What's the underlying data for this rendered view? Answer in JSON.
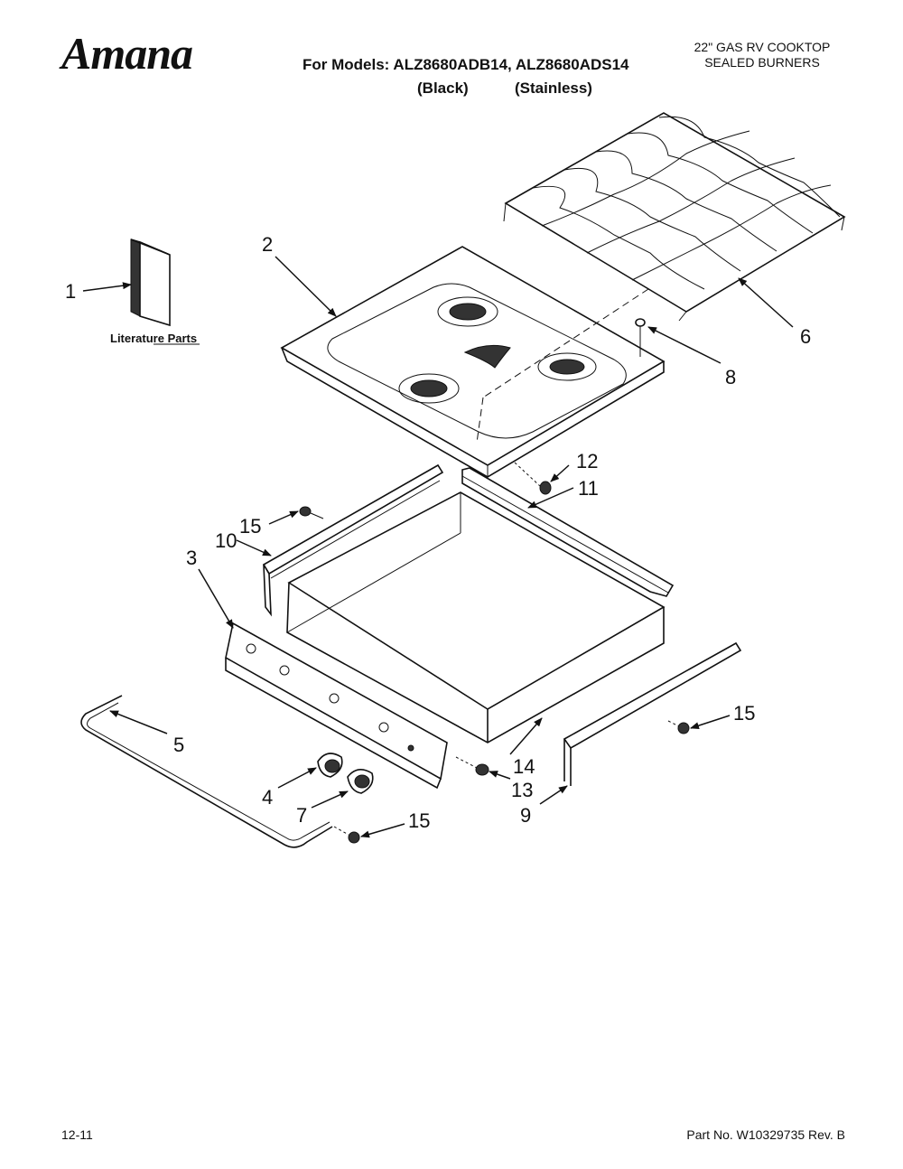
{
  "header": {
    "brand": "Amana",
    "models_line": "For Models: ALZ8680ADB14, ALZ8680ADS14",
    "variant_black": "(Black)",
    "variant_stainless": "(Stainless)",
    "product_title": "22\" GAS RV COOKTOP",
    "product_subtitle": "SEALED BURNERS"
  },
  "diagram": {
    "literature_label": "Literature Parts",
    "callouts": {
      "c1": "1",
      "c2": "2",
      "c3": "3",
      "c4": "4",
      "c5": "5",
      "c6": "6",
      "c7": "7",
      "c8": "8",
      "c9": "9",
      "c10": "10",
      "c11": "11",
      "c12": "12",
      "c13": "13",
      "c14": "14",
      "c15a": "15",
      "c15b": "15",
      "c15c": "15"
    }
  },
  "footer": {
    "date_code": "12-11",
    "part_number": "Part No. W10329735 Rev. B"
  }
}
